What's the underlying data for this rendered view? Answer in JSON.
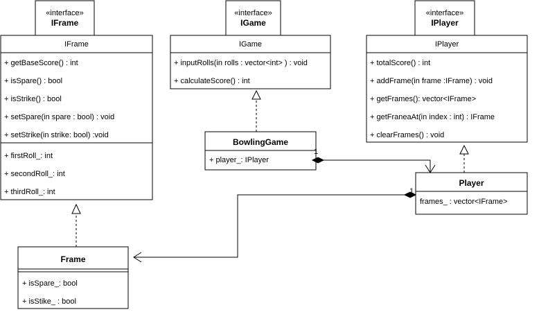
{
  "iframe": {
    "stereotype": "«interface»",
    "name": "IFrame",
    "header": "IFrame",
    "methods": [
      "+ getBaseScore() : int",
      "+ isSpare() : bool",
      "+ isStrike() : bool",
      "+ setSpare(in spare : bool) : void",
      "+ setStrike(in strike: bool) :void"
    ],
    "fields": [
      "+ firstRoll_: int",
      "+ secondRoll_: int",
      "+ thirdRoll_: int"
    ]
  },
  "igame": {
    "stereotype": "«interface»",
    "name": "IGame",
    "header": "IGame",
    "methods": [
      "+ inputRolls(in rolls : vector<int> ) : void",
      "+ calculateScore() : int"
    ]
  },
  "iplayer": {
    "stereotype": "«interface»",
    "name": "IPlayer",
    "header": "IPlayer",
    "methods": [
      "+ totalScore() : int",
      "+ addFrame(in frame :IFrame) : void",
      "+ getFrames(): vector<IFrame>",
      "+ getFraneaAt(in index : int) : IFrame",
      "+ clearFrames() : void"
    ]
  },
  "bowling_game": {
    "name": "BowlingGame",
    "fields": [
      "+ player_: IPlayer"
    ]
  },
  "player": {
    "name": "Player",
    "fields": [
      "frames_ : vector<IFrame>"
    ]
  },
  "frame": {
    "name": "Frame",
    "fields": [
      "+ isSpare_: bool",
      "+ isStike_ : bool"
    ]
  },
  "multiplicity": {
    "bowling_to_player": "1",
    "player_to_frame": "1"
  }
}
